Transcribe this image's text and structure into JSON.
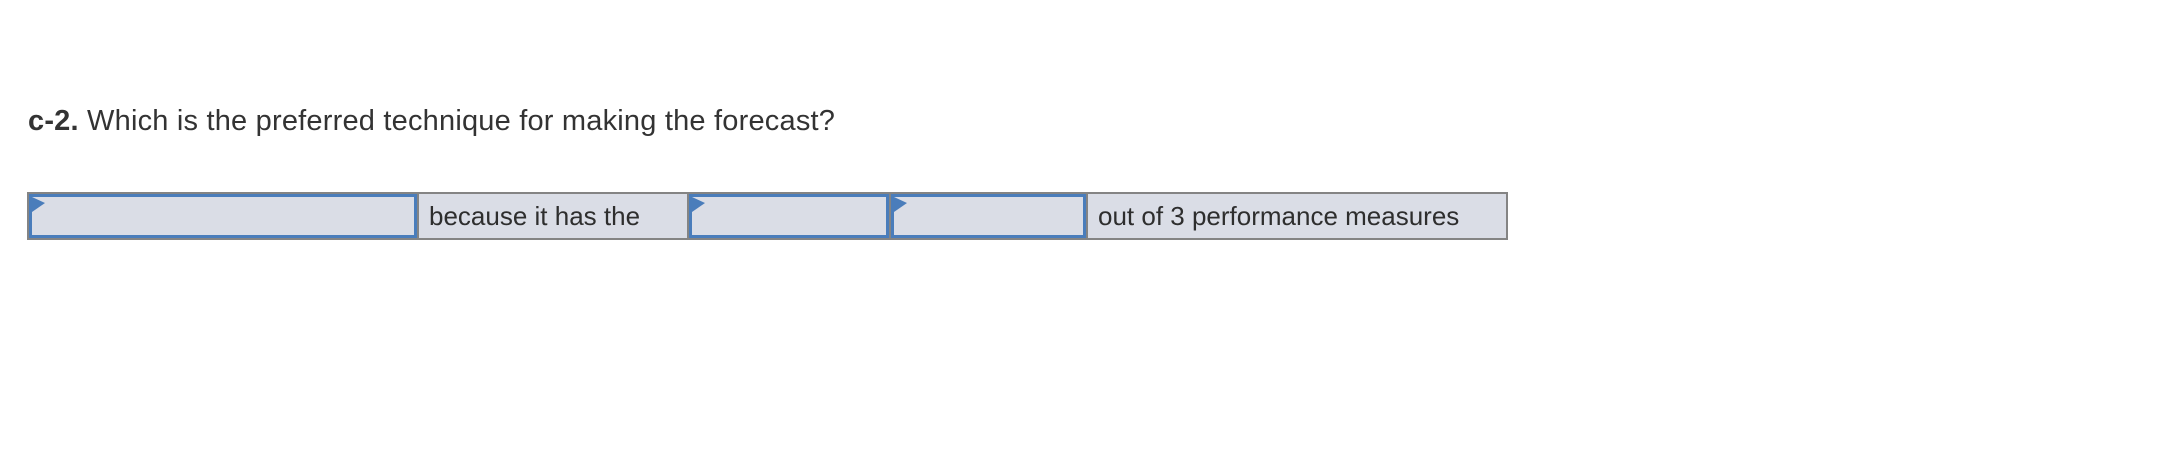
{
  "question": {
    "prefix": "c-2.",
    "text": "Which is the preferred technique for making the forecast?"
  },
  "answer_row": {
    "cells": [
      {
        "type": "input",
        "label": "",
        "flag_icon": "answer-flag-icon"
      },
      {
        "type": "text",
        "label": "because it has the"
      },
      {
        "type": "input",
        "label": "",
        "flag_icon": "answer-flag-icon"
      },
      {
        "type": "input",
        "label": "",
        "flag_icon": "answer-flag-icon"
      },
      {
        "type": "text",
        "label": "out of 3 performance measures"
      }
    ]
  },
  "colors": {
    "accent_blue": "#4a7dbb",
    "cell_fill": "#dadde6",
    "frame_gray": "#848484",
    "text_dark": "#2e2e2e",
    "question_text": "#333333",
    "page_background": "#ffffff"
  }
}
